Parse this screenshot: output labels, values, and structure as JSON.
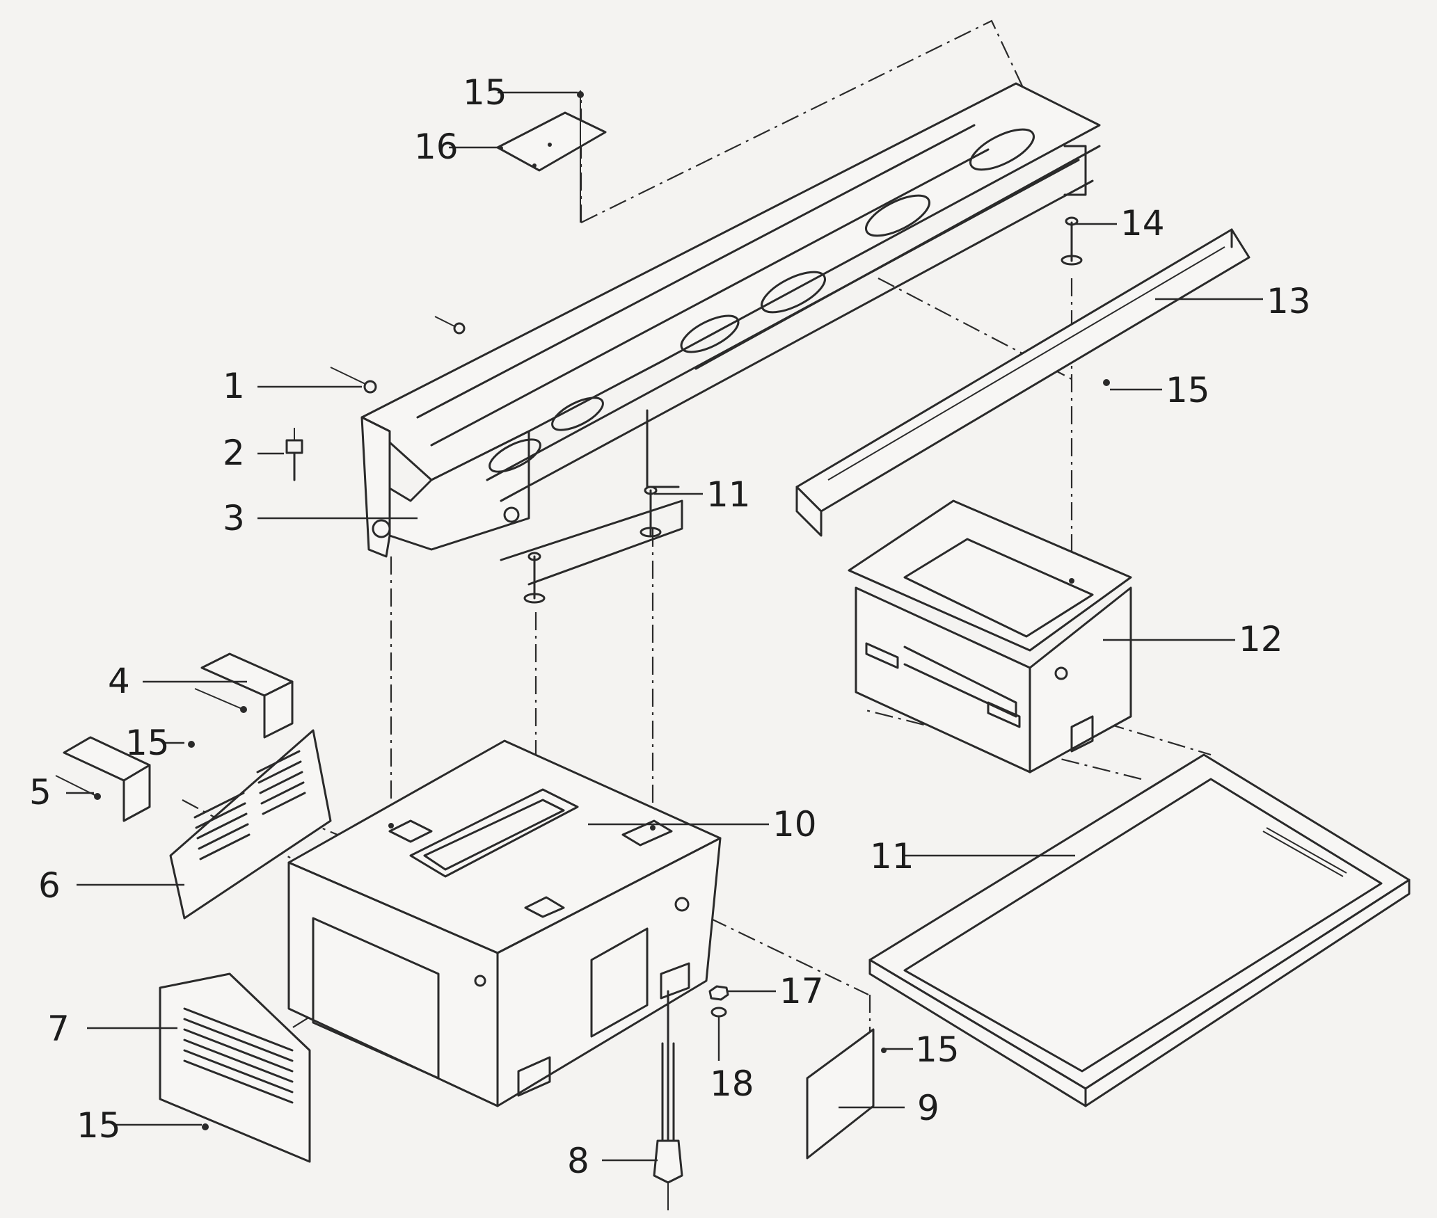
{
  "callouts": [
    {
      "label": "15",
      "part": "screw-top"
    },
    {
      "label": "16",
      "part": "cover-plate-top"
    },
    {
      "label": "14",
      "part": "bolt-right"
    },
    {
      "label": "13",
      "part": "rear-splash-guard"
    },
    {
      "label": "15",
      "part": "screw-splash-guard"
    },
    {
      "label": "1",
      "part": "plug"
    },
    {
      "label": "2",
      "part": "bolt"
    },
    {
      "label": "3",
      "part": "lathe-bed"
    },
    {
      "label": "11",
      "part": "stud"
    },
    {
      "label": "12",
      "part": "right-cabinet"
    },
    {
      "label": "4",
      "part": "bracket-upper"
    },
    {
      "label": "15",
      "part": "screw-panel"
    },
    {
      "label": "5",
      "part": "bracket-lower"
    },
    {
      "label": "10",
      "part": "left-cabinet"
    },
    {
      "label": "11",
      "part": "chip-tray"
    },
    {
      "label": "6",
      "part": "louver-panel-rear"
    },
    {
      "label": "7",
      "part": "louver-panel-front"
    },
    {
      "label": "17",
      "part": "nut"
    },
    {
      "label": "15",
      "part": "screw-plate"
    },
    {
      "label": "18",
      "part": "washer"
    },
    {
      "label": "9",
      "part": "access-plate"
    },
    {
      "label": "15",
      "part": "screw-louver"
    },
    {
      "label": "8",
      "part": "leveling-bolt"
    }
  ]
}
